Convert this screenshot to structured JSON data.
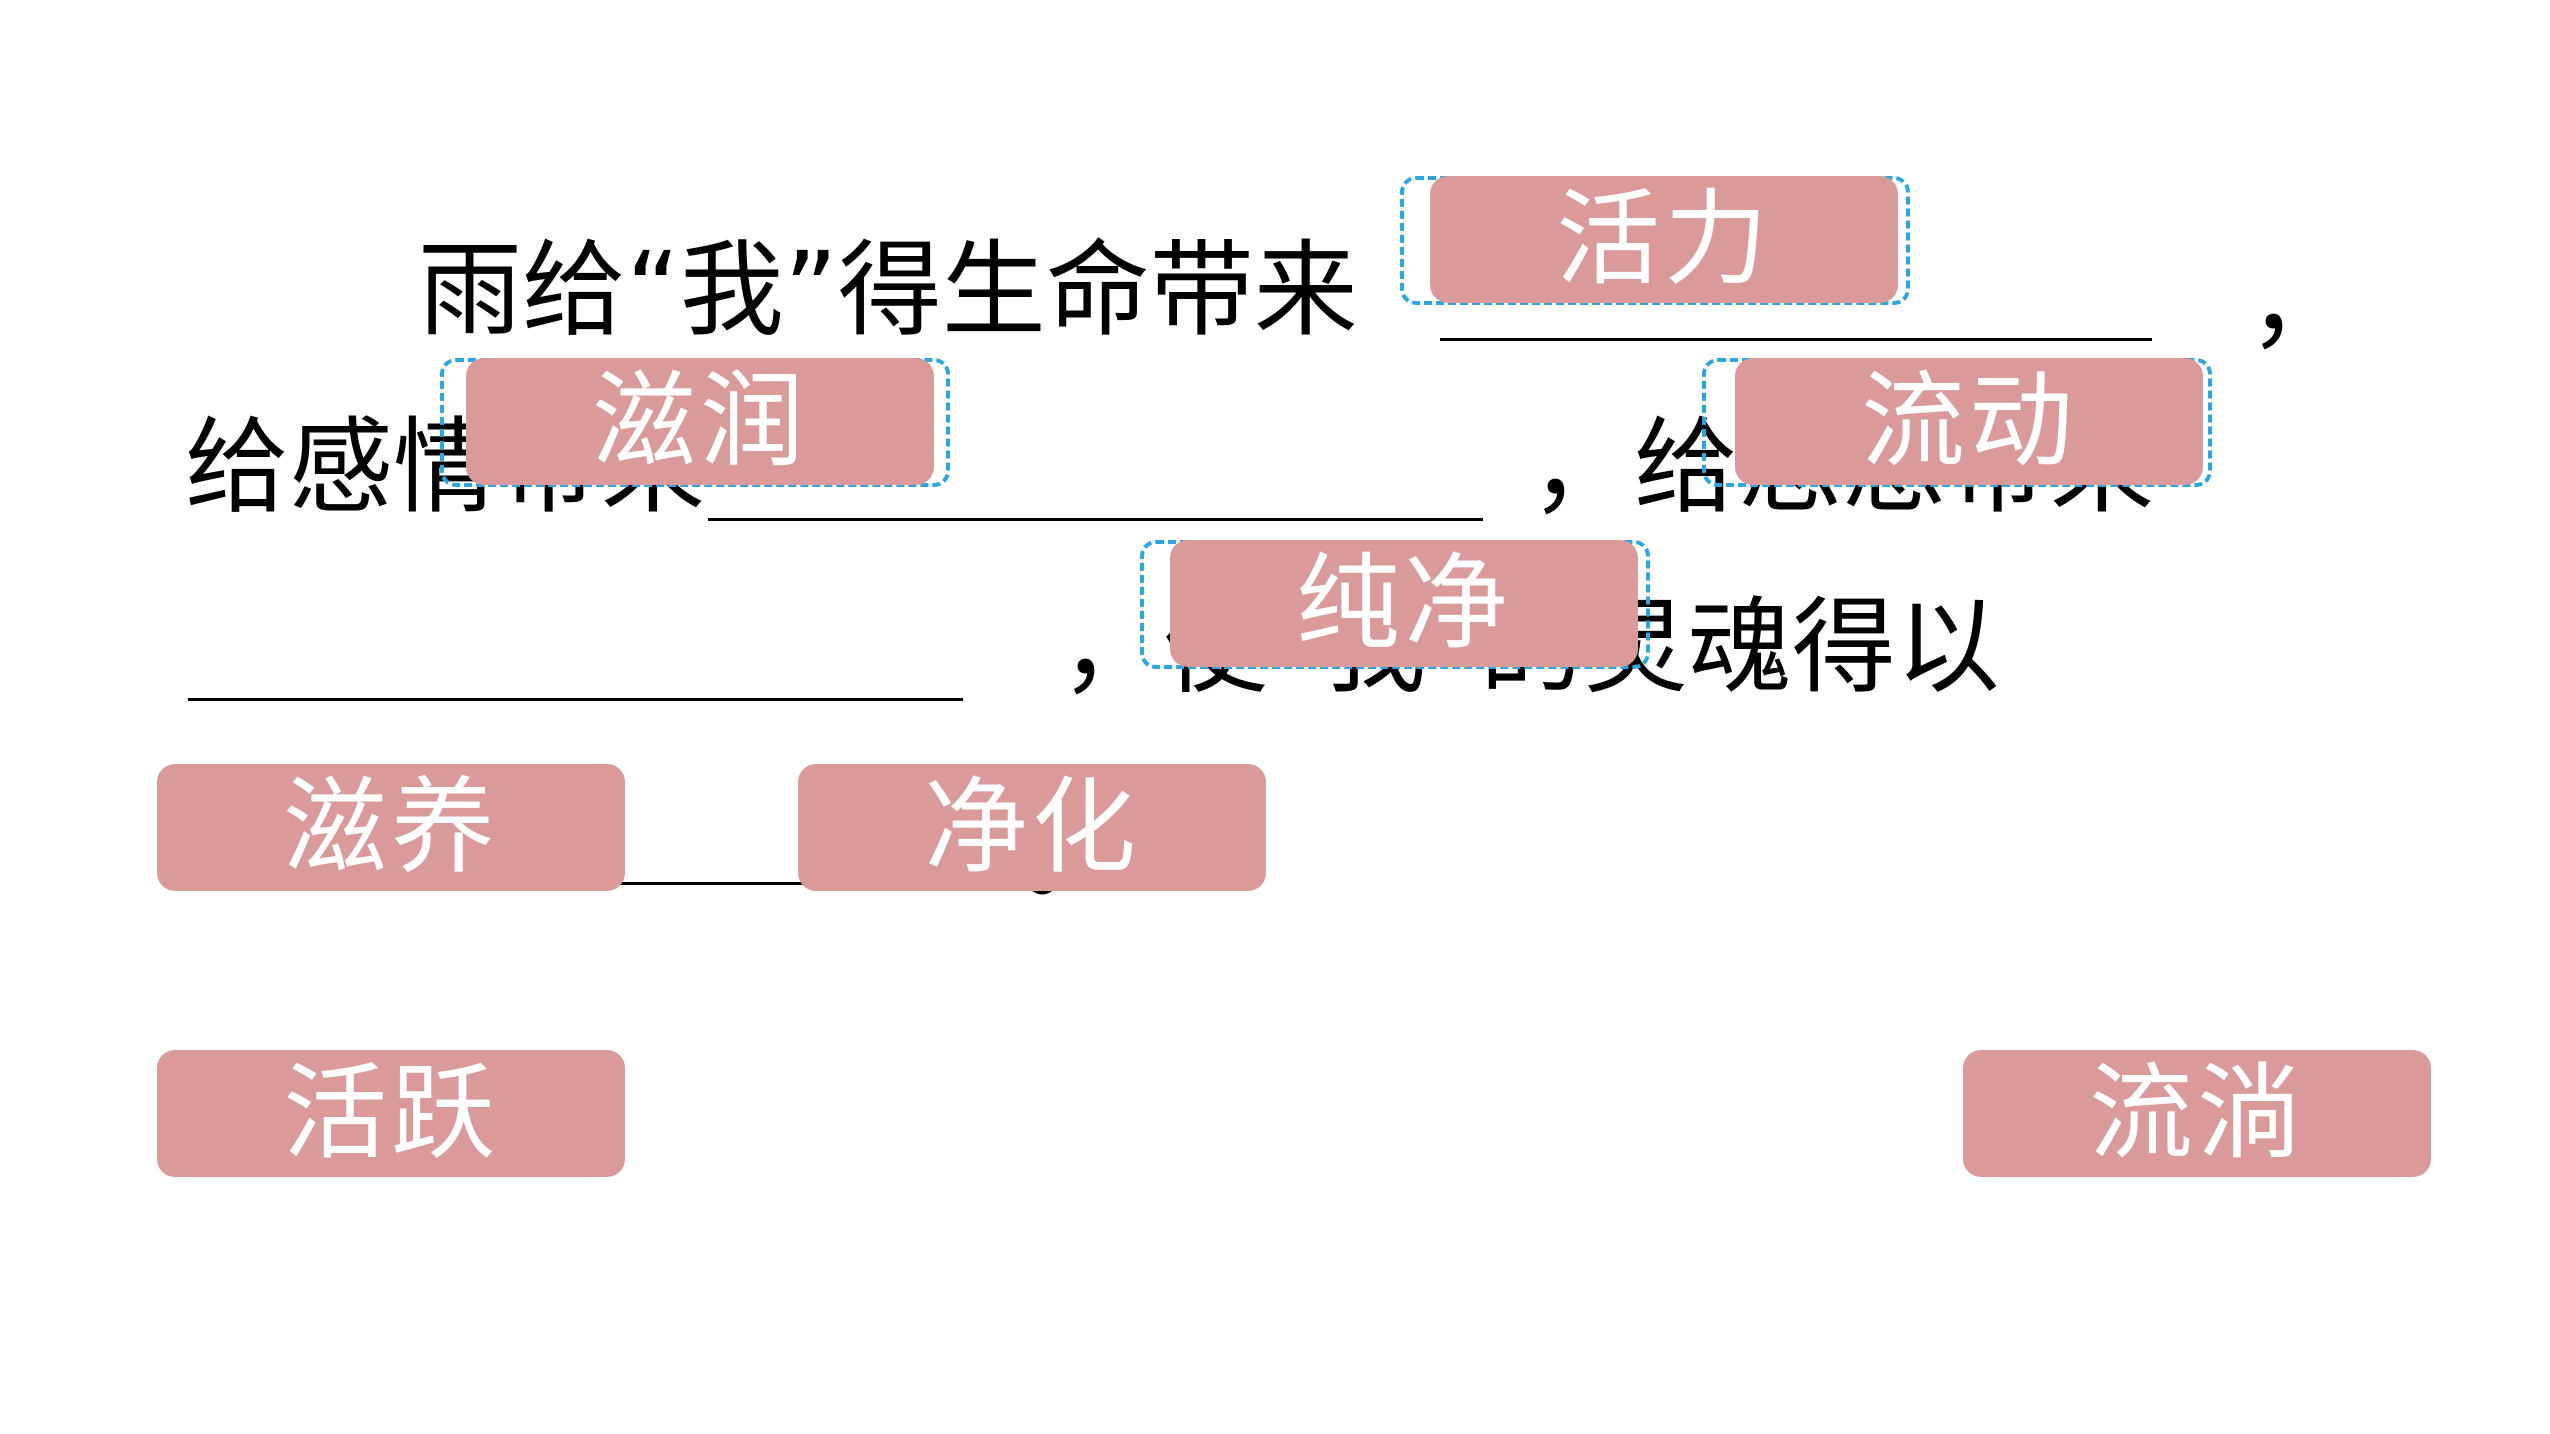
{
  "sentence": {
    "part1": "雨给“我”得生命带来",
    "comma1": "，",
    "part2": "给感情带来",
    "part3": "，给思想带来",
    "part4": "，使“我”的灵魂得以",
    "period": "。"
  },
  "placed_words": {
    "blank1": "活力",
    "blank2": "滋润",
    "blank3": "流动",
    "blank4": "纯净"
  },
  "word_bank": [
    "滋养",
    "净化",
    "活跃",
    "流淌"
  ],
  "colors": {
    "tile_bg": "#da9a9a",
    "tile_text": "#ffffff",
    "slot_border": "#2aa7e0",
    "text": "#000000"
  }
}
